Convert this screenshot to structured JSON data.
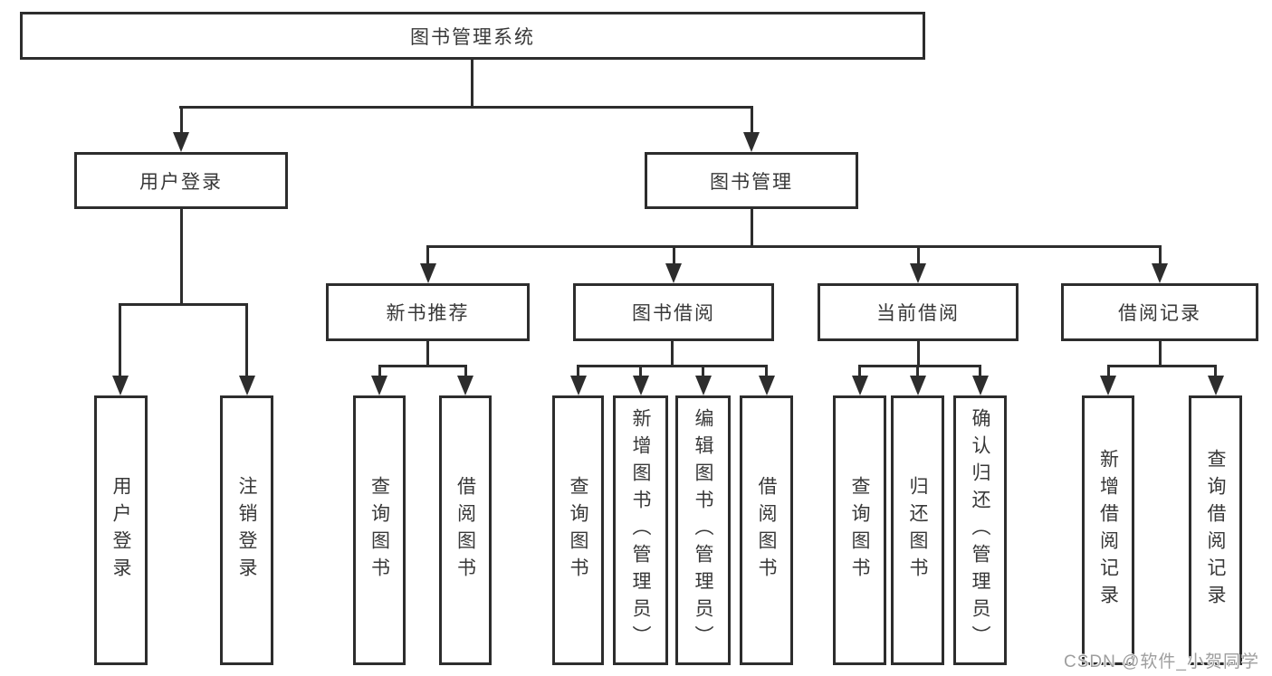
{
  "tree": {
    "root": {
      "label": "图书管理系统"
    },
    "branches": [
      {
        "label": "用户登录",
        "children": [
          {
            "label": "用户登录"
          },
          {
            "label": "注销登录"
          }
        ]
      },
      {
        "label": "图书管理",
        "children": [
          {
            "label": "新书推荐",
            "children": [
              {
                "label": "查询图书"
              },
              {
                "label": "借阅图书"
              }
            ]
          },
          {
            "label": "图书借阅",
            "children": [
              {
                "label": "查询图书"
              },
              {
                "label": "新增图书（管理员）"
              },
              {
                "label": "编辑图书（管理员）"
              },
              {
                "label": "借阅图书"
              }
            ]
          },
          {
            "label": "当前借阅",
            "children": [
              {
                "label": "查询图书"
              },
              {
                "label": "归还图书"
              },
              {
                "label": "确认归还（管理员）"
              }
            ]
          },
          {
            "label": "借阅记录",
            "children": [
              {
                "label": "新增借阅记录"
              },
              {
                "label": "查询借阅记录"
              }
            ]
          }
        ]
      }
    ]
  },
  "watermark": {
    "text": "CSDN @软件_小贺同学"
  },
  "colors": {
    "background": "#ffffff",
    "line": "#2d2d2d",
    "box_border": "#2d2d2d",
    "text": "#383838",
    "watermark": "#9e9e9e"
  }
}
